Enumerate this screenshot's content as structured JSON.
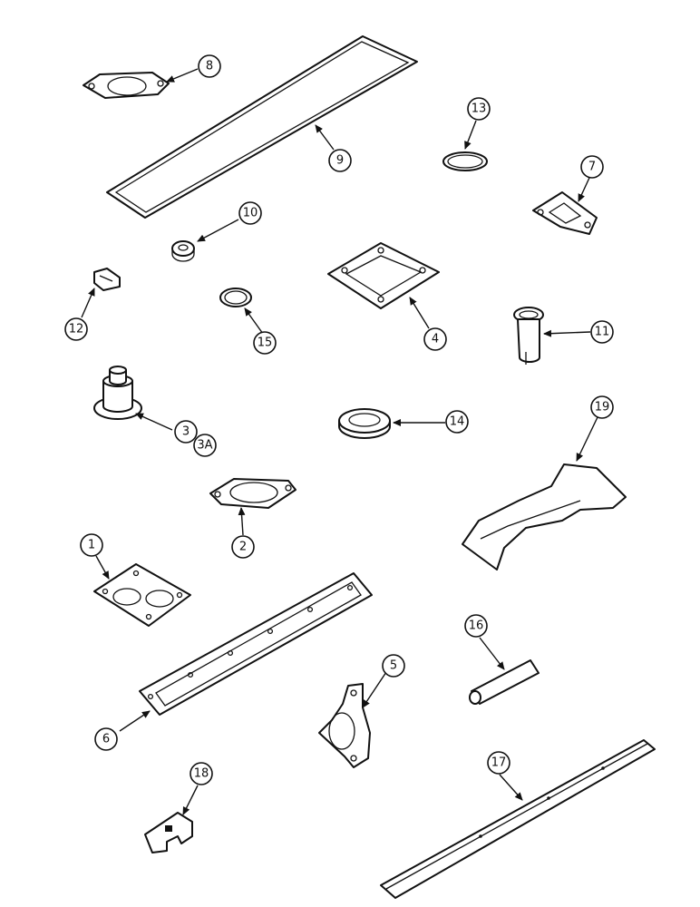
{
  "callouts": {
    "c1": "1",
    "c2": "2",
    "c3": "3",
    "c3a": "3A",
    "c4": "4",
    "c5": "5",
    "c6": "6",
    "c7": "7",
    "c8": "8",
    "c9": "9",
    "c10": "10",
    "c11": "11",
    "c12": "12",
    "c13": "13",
    "c14": "14",
    "c15": "15",
    "c16": "16",
    "c17": "17",
    "c18": "18",
    "c19": "19"
  }
}
